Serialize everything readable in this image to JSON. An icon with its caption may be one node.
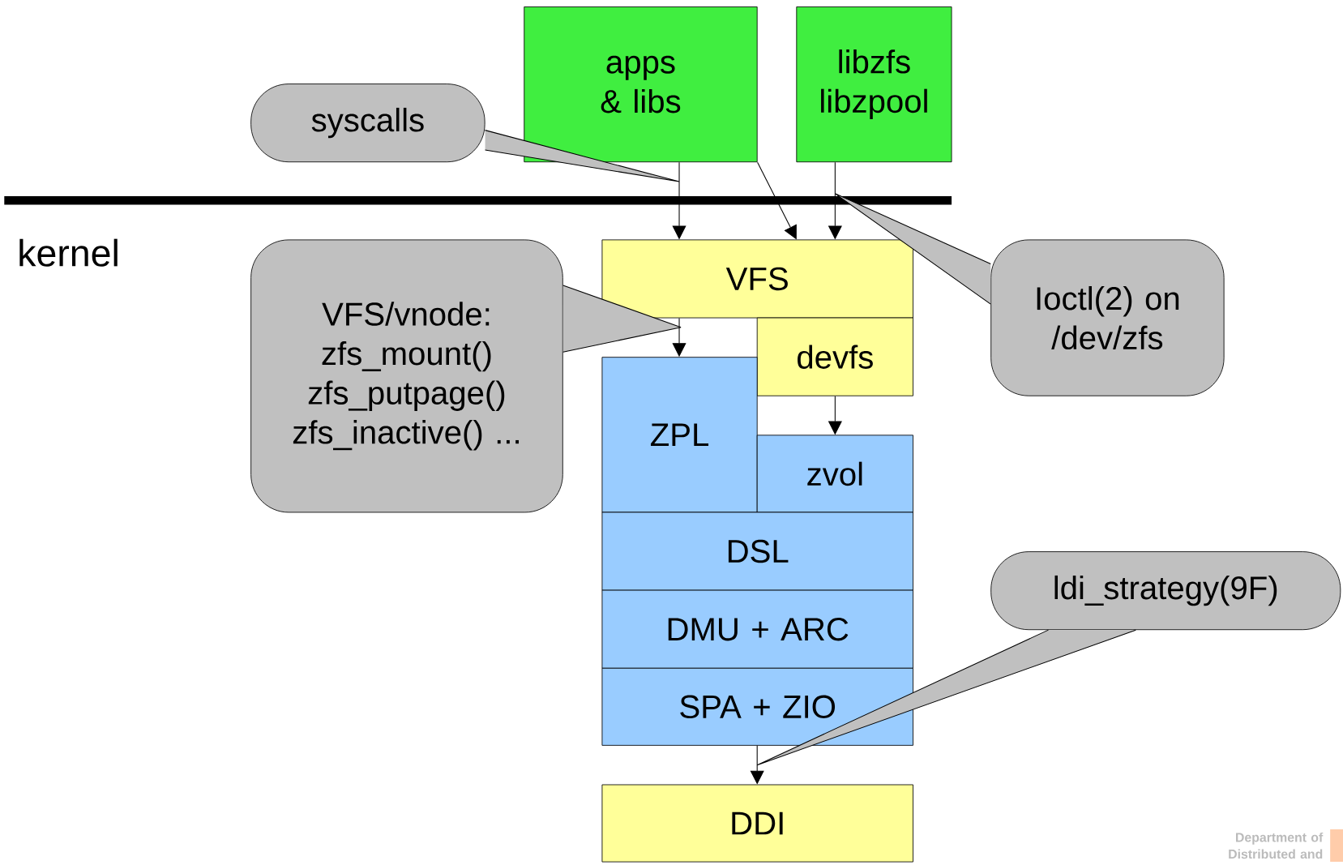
{
  "diagram": {
    "nodes": [
      {
        "text": [
          "apps & libs"
        ]
      },
      {
        "text": [
          "libzfs libzpool"
        ]
      },
      {
        "text": [
          "syscalls"
        ]
      },
      {
        "text": [
          "VFS"
        ]
      },
      {
        "text": [
          "VFS/vnode: zfs_mount() zfs_putpage() zfs_inactive() ..."
        ]
      },
      {
        "text": [
          "Ioctl(2) on /dev/zfs"
        ]
      },
      {
        "text": [
          "devfs"
        ]
      },
      {
        "text": [
          "ZPL"
        ]
      },
      {
        "text": [
          "zvol"
        ]
      },
      {
        "text": [
          "DSL"
        ]
      },
      {
        "text": [
          "DMU + ARC"
        ]
      },
      {
        "text": [
          "SPA + ZIO"
        ]
      },
      {
        "text": [
          "ldi_strategy(9F)"
        ]
      },
      {
        "text": [
          "DDI"
        ]
      }
    ],
    "edges": [
      {
        "from": 0,
        "to": 3,
        "arrow": "to"
      },
      {
        "from": 0,
        "to": 3,
        "arrow": "to"
      },
      {
        "from": 1,
        "to": 3,
        "arrow": "to"
      },
      {
        "from": 3,
        "to": 7,
        "arrow": "to"
      },
      {
        "from": 6,
        "to": 8,
        "arrow": "to"
      },
      {
        "from": 11,
        "to": 13,
        "arrow": "to"
      },
      {
        "from": 2,
        "to": null,
        "arrow": "none"
      },
      {
        "from": 4,
        "to": null,
        "arrow": "none"
      },
      {
        "from": 5,
        "to": null,
        "arrow": "none"
      },
      {
        "from": 12,
        "to": null,
        "arrow": "none"
      }
    ],
    "labels": [
      "kernel",
      "Department of Distributed and"
    ]
  }
}
